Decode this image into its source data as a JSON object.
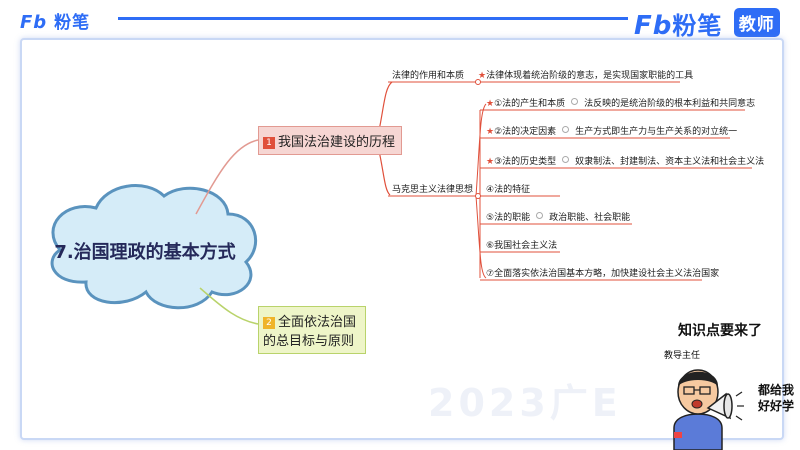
{
  "brand": {
    "small_logo_mark": "Fb",
    "small_logo_text": "粉笔",
    "big_logo_mark": "Fb",
    "big_logo_text": "粉笔",
    "big_logo_tag": "教师",
    "color": "#2e6df6"
  },
  "root": {
    "title": "7.治国理政的基本方式"
  },
  "branches": [
    {
      "num": "1",
      "label": "我国法治建设的历程",
      "color": "#e0503b"
    },
    {
      "num": "2",
      "label": "全面依法治国的总目标与原则",
      "color": "#efb42a"
    }
  ],
  "sub": {
    "law_nature": {
      "label": "法律的作用和本质",
      "detail": "法律体现着统治阶级的意志，是实现国家职能的工具"
    },
    "marxist": {
      "label": "马克思主义法律思想",
      "items": [
        {
          "label": "①法的产生和本质",
          "detail": "法反映的是统治阶级的根本利益和共同意志",
          "star": true
        },
        {
          "label": "②法的决定因素",
          "detail": "生产方式即生产力与生产关系的对立统一",
          "star": true
        },
        {
          "label": "③法的历史类型",
          "detail": "奴隶制法、封建制法、资本主义法和社会主义法",
          "star": true
        },
        {
          "label": "④法的特征",
          "detail": "",
          "star": false
        },
        {
          "label": "⑤法的职能",
          "detail": "政治职能、社会职能",
          "star": false
        },
        {
          "label": "⑥我国社会主义法",
          "detail": "",
          "star": false
        },
        {
          "label": "⑦全面落实依法治国基本方略，加快建设社会主义法治国家",
          "detail": "",
          "star": false
        }
      ]
    }
  },
  "overlay": {
    "knowledge": "知识点要来了",
    "teacher": "教导主任",
    "speech_line1": "都给我",
    "speech_line2": "好好学",
    "watermark": "2023广E"
  },
  "icons": {
    "star": "star-icon",
    "megaphone": "megaphone-icon",
    "cloud": "cloud-shape"
  }
}
